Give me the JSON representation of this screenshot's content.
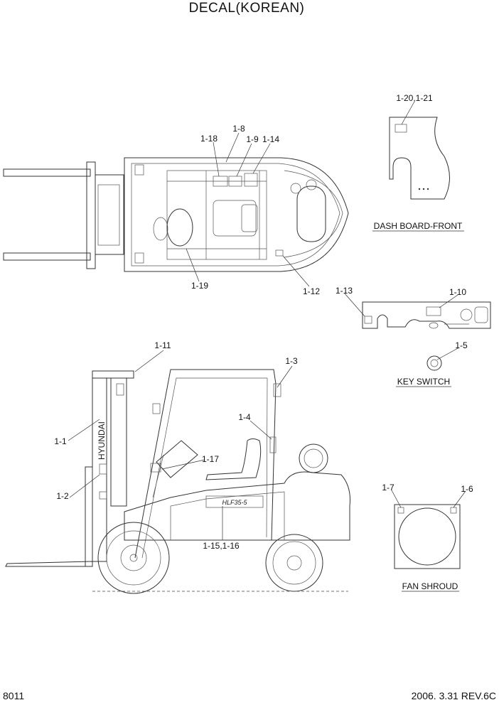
{
  "title": "DECAL(KOREAN)",
  "footer": {
    "page_code": "8011",
    "date_rev": "2006. 3.31  REV.6C"
  },
  "sections": {
    "dash_board_front": "DASH BOARD-FRONT",
    "key_switch": "KEY SWITCH",
    "fan_shroud": "FAN SHROUD"
  },
  "callouts": {
    "c1_20_21": "1-20,1-21",
    "c1_8": "1-8",
    "c1_18": "1-18",
    "c1_9": "1-9",
    "c1_14": "1-14",
    "c1_19": "1-19",
    "c1_12": "1-12",
    "c1_13": "1-13",
    "c1_10": "1-10",
    "c1_5": "1-5",
    "c1_11": "1-11",
    "c1_3": "1-3",
    "c1_1": "1-1",
    "c1_4": "1-4",
    "c1_17": "1-17",
    "c1_2": "1-2",
    "c1_15_16": "1-15,1-16",
    "c1_7": "1-7",
    "c1_6": "1-6"
  },
  "mast_brand": "HYUNDAI",
  "model_decal": "HLF35-5"
}
